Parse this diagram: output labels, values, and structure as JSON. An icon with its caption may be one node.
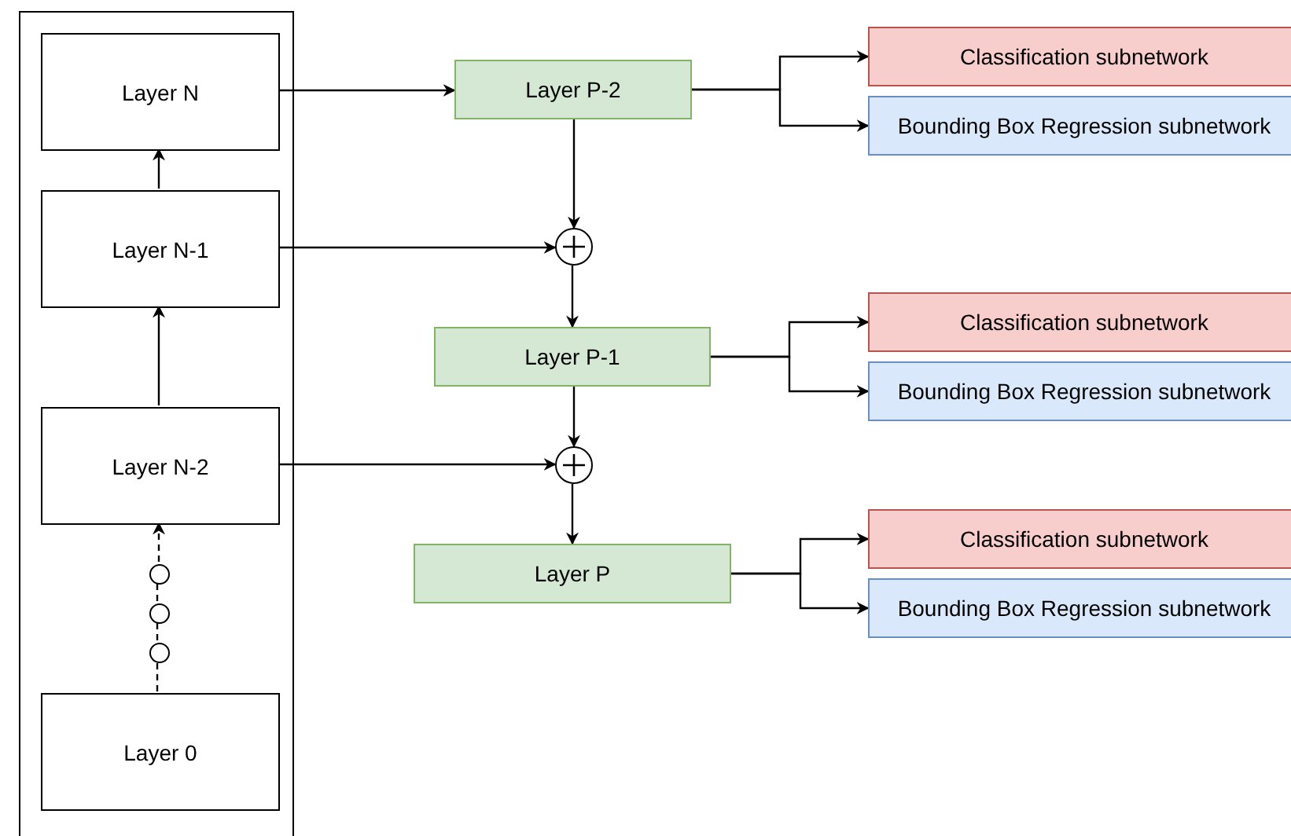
{
  "diagram": {
    "nodes": [
      {
        "text": [],
        "shape": "box"
      },
      {
        "text": [
          "Layer N"
        ],
        "in": 0
      },
      {
        "text": [
          "Layer N-1"
        ],
        "in": 0
      },
      {
        "text": [
          "Layer N-2"
        ],
        "in": 0
      },
      {
        "text": [],
        "shape": "circle",
        "in": 0
      },
      {
        "text": [],
        "shape": "circle",
        "in": 0
      },
      {
        "text": [],
        "shape": "circle",
        "in": 0
      },
      {
        "text": [
          "Layer 0"
        ],
        "in": 0
      },
      {
        "text": [
          "Layer P-2"
        ]
      },
      {
        "text": [],
        "shape": "circle"
      },
      {
        "text": [
          "Layer P-1"
        ]
      },
      {
        "text": [],
        "shape": "circle"
      },
      {
        "text": [
          "Layer P"
        ]
      },
      {
        "text": [
          "Classification subnetwork"
        ]
      },
      {
        "text": [
          "Bounding Box Regression subnetwork"
        ]
      },
      {
        "text": [
          "Classification subnetwork"
        ]
      },
      {
        "text": [
          "Bounding Box Regression subnetwork"
        ]
      },
      {
        "text": [
          "Classification subnetwork"
        ]
      },
      {
        "text": [
          "Bounding Box Regression subnetwork"
        ]
      }
    ],
    "edges": [
      {
        "from": 2,
        "to": 1,
        "arrow": "to"
      },
      {
        "from": 3,
        "to": 2,
        "arrow": "to"
      },
      {
        "from": 7,
        "to": 6,
        "arrow": "none",
        "style": "dashed"
      },
      {
        "from": 6,
        "to": 5,
        "arrow": "none",
        "style": "dashed"
      },
      {
        "from": 5,
        "to": 4,
        "arrow": "none",
        "style": "dashed"
      },
      {
        "from": 4,
        "to": 3,
        "arrow": "to",
        "style": "dashed"
      },
      {
        "from": 1,
        "to": 8,
        "arrow": "to"
      },
      {
        "from": 8,
        "to": 9,
        "arrow": "to"
      },
      {
        "from": 2,
        "to": 9,
        "arrow": "to"
      },
      {
        "from": 9,
        "to": 10,
        "arrow": "to"
      },
      {
        "from": 10,
        "to": 11,
        "arrow": "to"
      },
      {
        "from": 3,
        "to": 11,
        "arrow": "to"
      },
      {
        "from": 11,
        "to": 12,
        "arrow": "to"
      },
      {
        "from": 8,
        "to": 13,
        "arrow": "to"
      },
      {
        "from": 8,
        "to": 14,
        "arrow": "to"
      },
      {
        "from": 10,
        "to": 15,
        "arrow": "to"
      },
      {
        "from": 10,
        "to": 16,
        "arrow": "to"
      },
      {
        "from": 12,
        "to": 17,
        "arrow": "to"
      },
      {
        "from": 12,
        "to": 18,
        "arrow": "to"
      }
    ]
  }
}
